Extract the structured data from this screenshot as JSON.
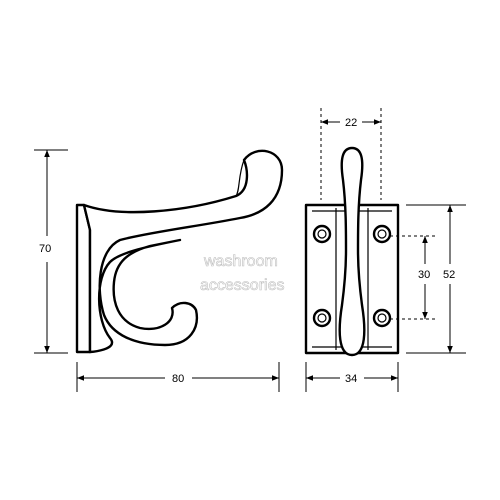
{
  "dimensions": {
    "hook_height": "70",
    "hook_projection": "80",
    "hook_width": "34",
    "hook_top_width": "22",
    "hole_spacing": "30",
    "plate_height": "52"
  },
  "watermark": {
    "line1": "washroom",
    "line2": "accessories"
  }
}
